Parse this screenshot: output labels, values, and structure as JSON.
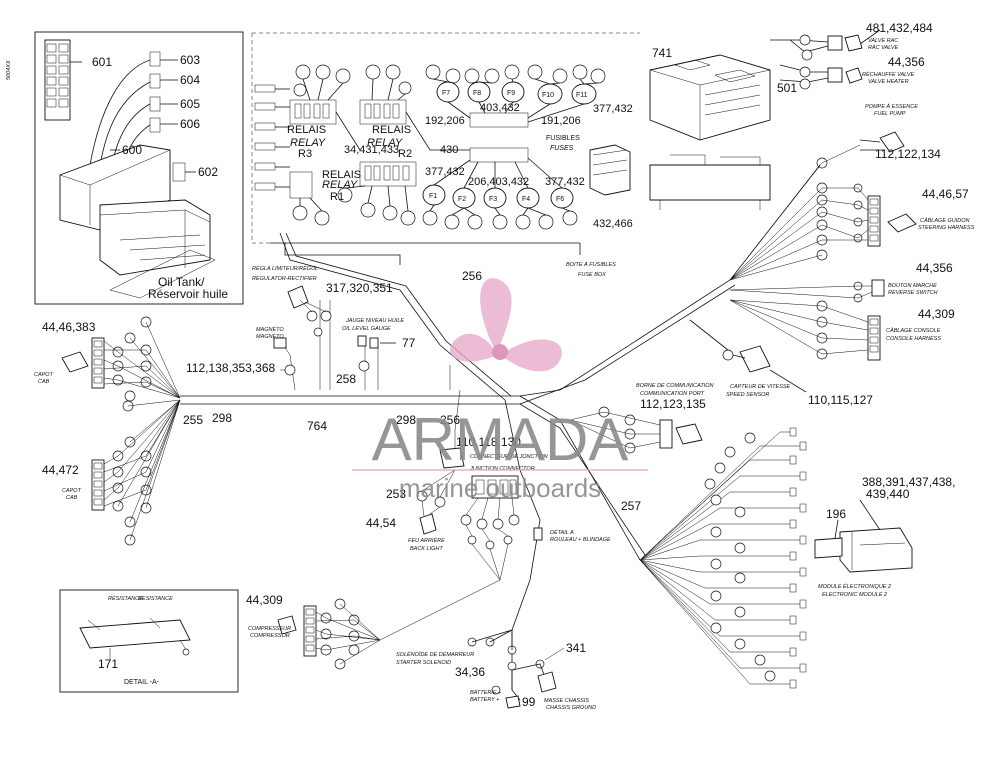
{
  "colors": {
    "line": "#111111",
    "watermark_text": "#8b8b8b",
    "watermark_logo": "#e6a8c8"
  },
  "watermark": {
    "brand": "ARMADA",
    "tagline": "marine outboards"
  },
  "side_code": "5004XX",
  "oil_tank": {
    "caption_en": "Oil Tank/",
    "caption_fr": "Réservoir huile",
    "refs": {
      "r601": "601",
      "r603": "603",
      "r604": "604",
      "r605": "605",
      "r606": "606",
      "r600": "600",
      "r602": "602"
    }
  },
  "fuse_box": {
    "relais_r3": "RELAIS",
    "relay_r3": "RELAY",
    "r3": "R3",
    "relais_r2": "RELAIS",
    "relay_r2": "RELAY",
    "r2": "R2",
    "relais_r1": "RELAIS",
    "relay_r1": "RELAY",
    "r1": "R1",
    "relay_refs": "34,431,433",
    "fusibles": "FUSIBLES",
    "fuses": "FUSES",
    "f1": "F1",
    "f2": "F2",
    "f3": "F3",
    "f4": "F4",
    "f6": "F6",
    "f7": "F7",
    "f8": "F8",
    "f9": "F9",
    "f10": "F10",
    "f11": "F11",
    "ref_403432": "403,432",
    "ref_192206": "192,206",
    "ref_191206": "191,206",
    "ref_377432a": "377,432",
    "ref_430": "430",
    "ref_377432b": "377,432",
    "ref_206403432": "206,403,432",
    "ref_377432c": "377,432",
    "ref_432466": "432,466",
    "ref_741": "741",
    "ref_501": "501",
    "caption_fr": "BOITE À FUSIBLES",
    "caption_en": "FUSE BOX"
  },
  "right_labels": {
    "valve_refs": "481,432,484",
    "valve_fr": "VALVE RAC",
    "valve_en": "RAC VALVE",
    "heater_refs": "44,356",
    "heater_fr": "RÉCHAUFFE VALVE",
    "heater_en": "VALVE HEATER",
    "pump_fr": "POMPE À ESSENCE",
    "pump_en": "FUEL PUMP",
    "pump_refs": "112,122,134",
    "steering_refs": "44,46,57",
    "steering_fr": "CÂBLAGE GUIDON",
    "steering_en": "STEERING HARNESS",
    "reverse_refs": "44,356",
    "reverse_fr": "BOUTON MARCHE",
    "reverse_en": "REVERSE SWITCH",
    "console_refs": "44,309",
    "console_fr": "CÂBLAGE CONSOLE",
    "console_en": "CONSOLE HARNESS",
    "speed_fr": "CAPTEUR DE VITESSE",
    "speed_en": "SPEED SENSOR",
    "speed_refs": "110,115,127",
    "comm_fr": "BORNE DE COMMUNICATION",
    "comm_en": "COMMUNICATION PORT",
    "comm_refs": "112,123,135",
    "module_refs_a": "388,391,437,438,",
    "module_refs_b": "439,440",
    "module_ref": "196",
    "module_fr": "MODULE ÉLECTRONIQUE 2",
    "module_en": "ELECTRONIC MODULE 2"
  },
  "left_labels": {
    "cap_top_refs": "44,46,383",
    "cap_top_fr": "CAPOT",
    "cap_top_en": "CAB",
    "cap_bot_refs": "44,472",
    "cap_bot_fr": "CAPOT",
    "cap_bot_en": "CAB",
    "harness_refs": "112,138,353,368",
    "magneto_fr": "MAGNÉTO",
    "magneto_en": "MAGNETO",
    "regulator_fr": "RÈGLA LIMITEUR/RÉGUL",
    "regulator_en": "REGULATOR-RECTIFIER",
    "regulator_refs": "317,320,351",
    "ref_256a": "256",
    "ref_258": "258",
    "ref_764": "764",
    "ref_298a": "298",
    "ref_298b": "298",
    "ref_255": "255",
    "oil_level_fr": "JAUGE NIVEAU HUILE",
    "oil_level_en": "OIL LEVEL GAUGE",
    "ref_77": "77",
    "junction_refs": "110,118,130",
    "junction_fr": "CONNECTEUR DE JONCTION",
    "junction_en": "JUNCTION CONNECTOR",
    "ref_256b": "256",
    "ref_253": "253",
    "ref_257": "257",
    "rear_light_refs": "44,54",
    "rear_light_fr": "FEU ARRIÈRE",
    "rear_light_en": "BACK LIGHT",
    "detail_a_fr": "DÉTAIL A",
    "detail_a_en": "ROULEAU + BLINDAGE"
  },
  "bottom_labels": {
    "resistance_fr": "RÉSISTANCE",
    "resistance_en": "RESISTANCE",
    "ref_171": "171",
    "detail_caption": "DETAIL -A-",
    "compressor_refs": "44,309",
    "compressor_fr": "COMPRESSEUR",
    "compressor_en": "COMPRESSOR",
    "solenoid_fr": "SOLÉNOÏDE DE DÉMARREUR",
    "solenoid_en": "STARTER SOLENOID",
    "ref_3436": "34,36",
    "ref_341": "341",
    "battery_fr": "BATTERIE +",
    "battery_en": "BATTERY +",
    "ref_99": "99",
    "ground_fr": "MASSE CHASSIS",
    "ground_en": "CHASSIS GROUND"
  }
}
